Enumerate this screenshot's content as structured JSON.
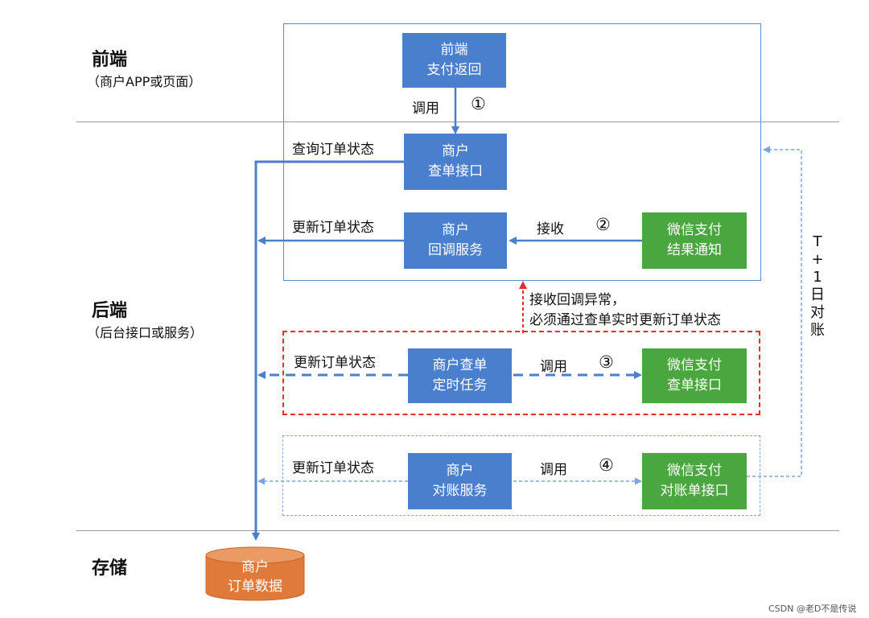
{
  "sections": {
    "frontend": {
      "title": "前端",
      "subtitle": "（商户APP或页面）"
    },
    "backend": {
      "title": "后端",
      "subtitle": "（后台接口或服务）"
    },
    "storage": {
      "title": "存储"
    }
  },
  "nodes": {
    "frontend_pay_return": "前端\n支付返回",
    "merchant_query_api": "商户\n查单接口",
    "merchant_callback_service": "商户\n回调服务",
    "wechat_result_notify": "微信支付\n结果通知",
    "merchant_query_timer": "商户查单\n定时任务",
    "wechat_query_api": "微信支付\n查单接口",
    "merchant_reconcile_service": "商户\n对账服务",
    "wechat_reconcile_api": "微信支付\n对账单接口",
    "order_db": "商户\n订单数据"
  },
  "labels": {
    "invoke_1": "调用",
    "num_1": "①",
    "query_order_status": "查询订单状态",
    "update_order_status_1": "更新订单状态",
    "receive": "接收",
    "num_2": "②",
    "exception_note_line1": "接收回调异常，",
    "exception_note_line2": "必须通过查单实时更新订单状态",
    "update_order_status_2": "更新订单状态",
    "invoke_3": "调用",
    "num_3": "③",
    "update_order_status_3": "更新订单状态",
    "invoke_4": "调用",
    "num_4": "④",
    "t1_reconcile": "T+1日对账"
  },
  "watermark": "CSDN @老D不是传说",
  "colors": {
    "blue": "#4a7fcd",
    "green": "#4aa63e",
    "orange": "#e07a3a",
    "red_dashed": "#e03030",
    "light_blue_dashed": "#7aa6e0"
  }
}
